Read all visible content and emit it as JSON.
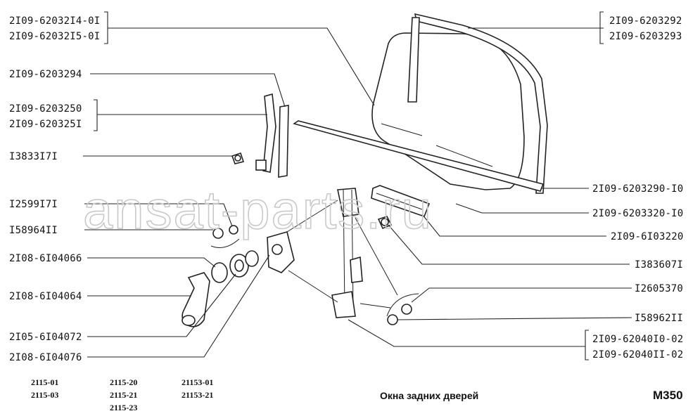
{
  "labels_left": [
    "2I09-62032I4-0I",
    "2I09-62032I5-0I",
    "2I09-6203294",
    "2I09-6203250",
    "2I09-620325I",
    "I3833I7I",
    "I2599I7I",
    "I58964II",
    "2I08-6I04066",
    "2I08-6I04064",
    "2I05-6I04072",
    "2I08-6I04076"
  ],
  "labels_right": [
    "2I09-6203292",
    "2I09-6203293",
    "2I09-6203290-I0",
    "2I09-6203320-I0",
    "2I09-6I03220",
    "I383607I",
    "I2605370",
    "I58962II",
    "2I09-62040I0-02",
    "2I09-62040II-02"
  ],
  "models": {
    "col1": [
      "2115-01",
      "2115-03"
    ],
    "col2": [
      "2115-20",
      "2115-21",
      "2115-23"
    ],
    "col3": [
      "21153-01",
      "21153-21"
    ]
  },
  "caption": "Окна задних дверей",
  "page_code": "М350",
  "watermark": "ansat-parts.ru"
}
